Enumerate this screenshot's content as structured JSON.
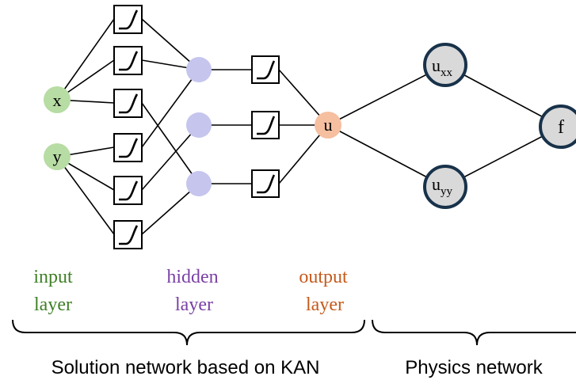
{
  "nodes": {
    "x": "x",
    "y": "y",
    "u": "u",
    "uxx_base": "u",
    "uxx_sub": "xx",
    "uyy_base": "u",
    "uyy_sub": "yy",
    "f": "f"
  },
  "layers": {
    "input": [
      "input",
      "layer"
    ],
    "hidden": [
      "hidden",
      "layer"
    ],
    "output": [
      "output",
      "layer"
    ]
  },
  "groups": {
    "solution": "Solution network based on KAN",
    "physics": "Physics network"
  },
  "colors": {
    "input_node": "#b7dca4",
    "hidden_node": "#c5c5ee",
    "output_node": "#f5bfa0",
    "physics_node_fill": "#d9d9d9",
    "physics_node_stroke": "#18324a",
    "input_text": "#3f7f26",
    "hidden_text": "#7a3fa6",
    "output_text": "#c55a1b"
  }
}
